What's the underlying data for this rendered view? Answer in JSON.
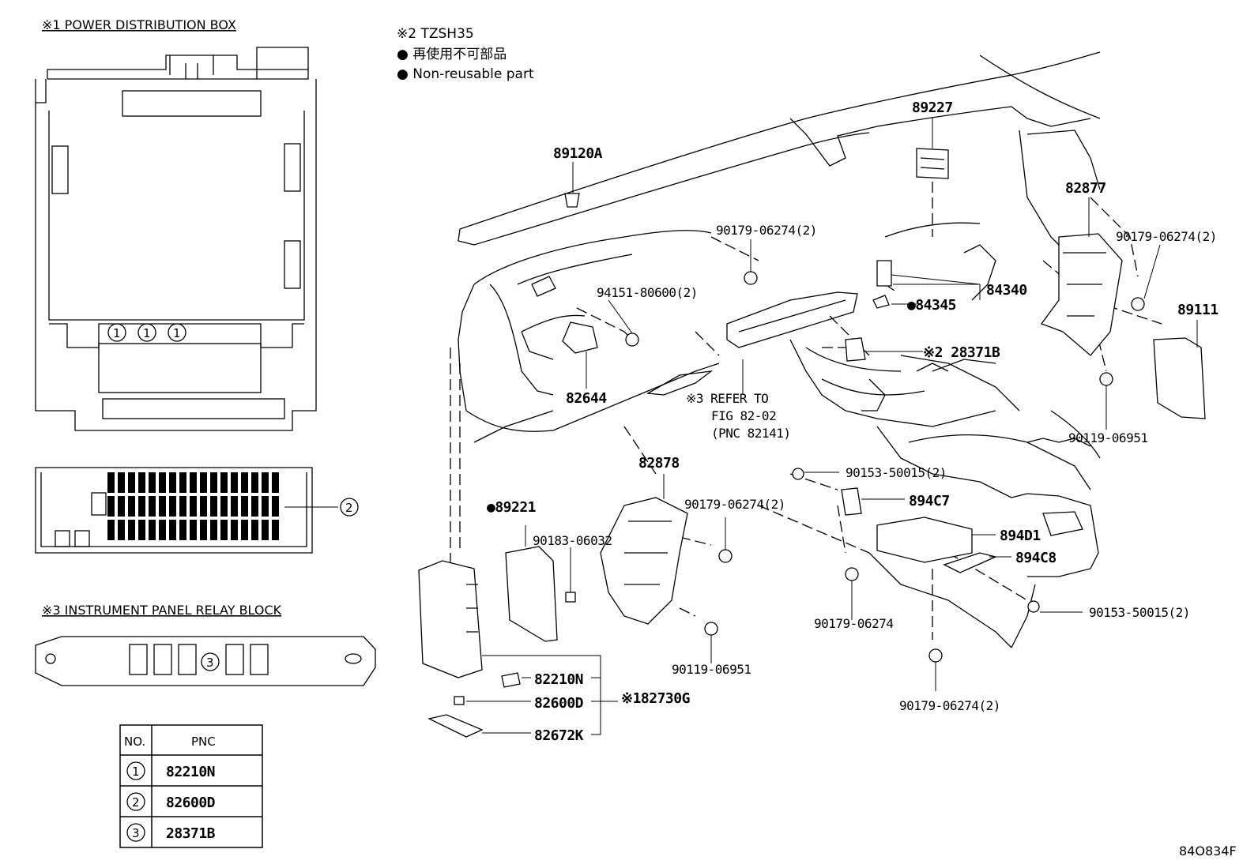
{
  "legend": {
    "note": "※2 TZSH35",
    "bullet_jp": "● 再使用不可部品",
    "bullet_en": "● Non-reusable part"
  },
  "sections": {
    "power_box": "※1 POWER DISTRIBUTION BOX",
    "relay_block": "※3 INSTRUMENT PANEL RELAY BLOCK"
  },
  "markers": {
    "m1": "1",
    "m2": "2",
    "m3": "3"
  },
  "table": {
    "headers": [
      "NO.",
      "PNC"
    ],
    "rows": [
      {
        "no": "1",
        "pnc": "82210N"
      },
      {
        "no": "2",
        "pnc": "82600D"
      },
      {
        "no": "3",
        "pnc": "28371B"
      }
    ]
  },
  "callouts": {
    "c89227": "89227",
    "c89120A": "89120A",
    "c82877": "82877",
    "c90179_a": "90179-06274(2)",
    "c90179_b": "90179-06274(2)",
    "c94151": "94151-80600(2)",
    "c84340": "84340",
    "c84345": "●84345",
    "c89111": "89111",
    "c28371B": "※2 28371B",
    "c82644": "82644",
    "c_refer1": "※3 REFER TO",
    "c_refer2": "FIG 82-02",
    "c_refer3": "(PNC 82141)",
    "c90119_a": "90119-06951",
    "c90153_a": "90153-50015(2)",
    "c82878": "82878",
    "c894C7": "894C7",
    "c89221": "●89221",
    "c90179_c": "90179-06274(2)",
    "c90183": "90183-06032",
    "c894D1": "894D1",
    "c894C8": "894C8",
    "c90153_b": "90153-50015(2)",
    "c90179_d": "90179-06274",
    "c90119_b": "90119-06951",
    "c82210N": "82210N",
    "c82600D": "82600D",
    "c82730G": "※182730G",
    "c82672K": "82672K",
    "c90179_e": "90179-06274(2)"
  },
  "figure_id": "84O834F"
}
